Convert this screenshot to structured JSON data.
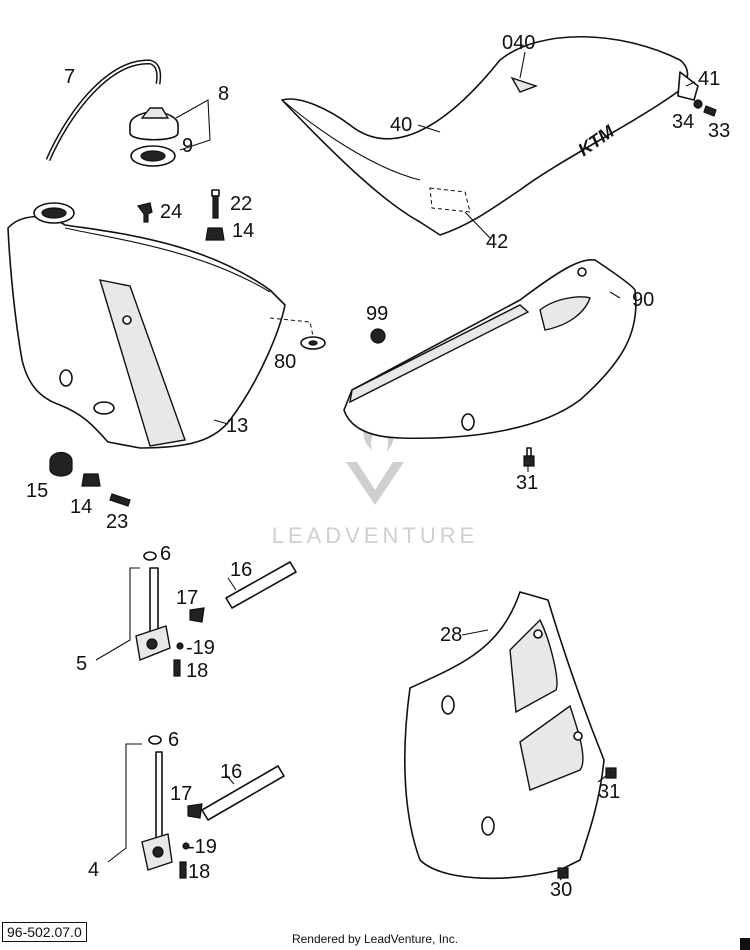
{
  "watermark": {
    "brand_text": "LEADVENTURE"
  },
  "callouts": {
    "c040": "040",
    "c7": "7",
    "c8": "8",
    "c9": "9",
    "c40": "40",
    "c41": "41",
    "c34": "34",
    "c33": "33",
    "c24": "24",
    "c22": "22",
    "c14a": "14",
    "c42": "42",
    "c99": "99",
    "c90": "90",
    "c80": "80",
    "c13": "13",
    "c15": "15",
    "c14b": "14",
    "c23": "23",
    "c31a": "31",
    "c6a": "6",
    "c16a": "16",
    "c17a": "17",
    "c19a": "-19",
    "c18a": "18",
    "c5": "5",
    "c28": "28",
    "c6b": "6",
    "c16b": "16",
    "c17b": "17",
    "c19b": "-19",
    "c18b": "18",
    "c4": "4",
    "c31b": "31",
    "c30": "30"
  },
  "footer": {
    "drawing_number": "96-502.07.0",
    "rendered_by": "Rendered by LeadVenture, Inc."
  }
}
